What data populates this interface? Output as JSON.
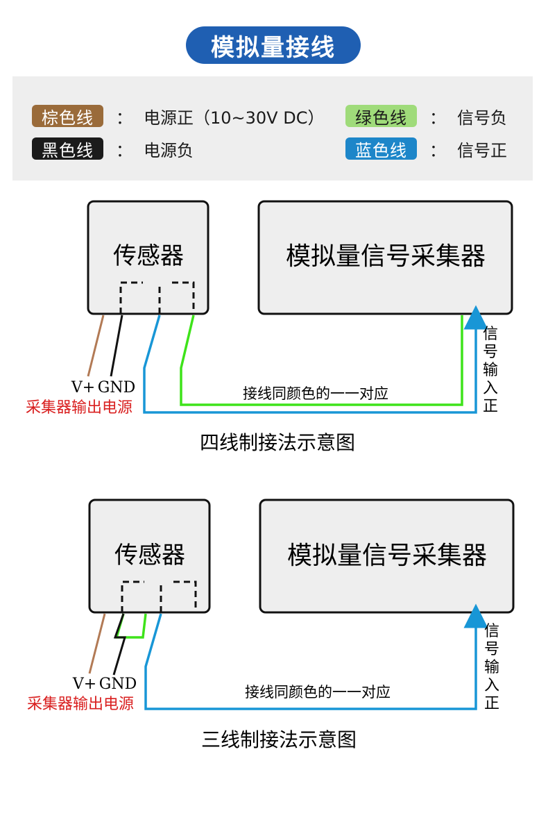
{
  "header": {
    "title": "模拟量接线"
  },
  "legend": [
    {
      "tag": "棕色线",
      "tag_color": "#9a6b3a",
      "tag_text_color": "#ffffff",
      "desc": "电源正（10~30V DC）"
    },
    {
      "tag": "黑色线",
      "tag_color": "#1b1b1b",
      "tag_text_color": "#ffffff",
      "desc": "电源负"
    },
    {
      "tag": "绿色线",
      "tag_color": "#9fdb7a",
      "tag_text_color": "#1b1b1b",
      "desc": "信号负"
    },
    {
      "tag": "蓝色线",
      "tag_color": "#1d86c9",
      "tag_text_color": "#ffffff",
      "desc": "信号正"
    }
  ],
  "colon": "：",
  "wire_colors": {
    "brown": "#b27a55",
    "black": "#111111",
    "green": "#3ee31a",
    "blue": "#1896d6",
    "red_label": "#d91f1f"
  },
  "four_wire": {
    "sensor": "传感器",
    "collector": "模拟量信号采集器",
    "v_plus": "V+",
    "gnd": "GND",
    "power_label": "采集器输出电源",
    "same_color_label": "接线同颜色的一一对应",
    "signal_input": [
      "信",
      "号",
      "输",
      "入",
      "正"
    ],
    "caption": "四线制接法示意图"
  },
  "three_wire": {
    "sensor": "传感器",
    "collector": "模拟量信号采集器",
    "v_plus": "V+",
    "gnd": "GND",
    "power_label": "采集器输出电源",
    "same_color_label": "接线同颜色的一一对应",
    "signal_input": [
      "信",
      "号",
      "输",
      "入",
      "正"
    ],
    "caption": "三线制接法示意图"
  }
}
